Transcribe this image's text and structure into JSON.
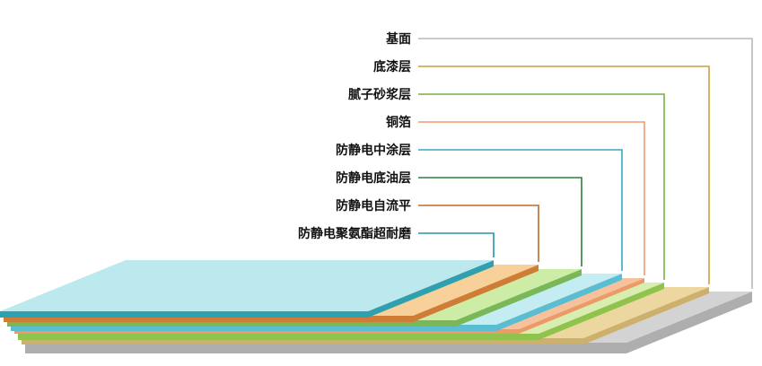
{
  "layers": [
    {
      "label": "基面",
      "line_color": "#b8b8b8",
      "top_color": "#d3d3d3",
      "edge_color": "#aeaeae"
    },
    {
      "label": "底漆层",
      "line_color": "#c9a23f",
      "top_color": "#ecd7a0",
      "edge_color": "#cdb06b"
    },
    {
      "label": "腻子砂浆层",
      "line_color": "#76b043",
      "top_color": "#d8edb0",
      "edge_color": "#90c34e"
    },
    {
      "label": "铜箔",
      "line_color": "#f09a70",
      "top_color": "#f7c29b",
      "edge_color": "#ec9a68"
    },
    {
      "label": "防静电中涂层",
      "line_color": "#38a9c1",
      "top_color": "#c4ecf3",
      "edge_color": "#5abdd2"
    },
    {
      "label": "防静电底油层",
      "line_color": "#2f7d3b",
      "top_color": "#cdeca5",
      "edge_color": "#79b758"
    },
    {
      "label": "防静电自流平",
      "line_color": "#c06a28",
      "top_color": "#f8d09a",
      "edge_color": "#cf7d36"
    },
    {
      "label": "防静电聚氨酯超耐磨",
      "line_color": "#2396a6",
      "top_color": "#bce9ee",
      "edge_color": "#2fa0b0"
    }
  ]
}
